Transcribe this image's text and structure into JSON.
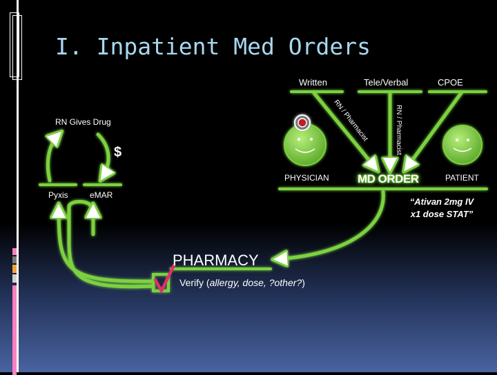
{
  "title": "I. Inpatient Med Orders",
  "sources": {
    "written": "Written",
    "tele_verbal": "Tele/Verbal",
    "cpoe": "CPOE"
  },
  "channel_labels": {
    "rn_pharmacist_1": "RN / Pharmacist",
    "rn_pharmacist_2": "RN / Pharmacist"
  },
  "people": {
    "physician": "PHYSICIAN",
    "patient": "PATIENT"
  },
  "md_order": "MD ORDER",
  "order_example": {
    "line1": "“Ativan 2mg IV",
    "line2": "x1 dose STAT”"
  },
  "pharmacy": {
    "label": "PHARMACY",
    "verify_prefix": "Verify (",
    "verify_detail": "allergy, dose, ?other?",
    "verify_suffix": ")"
  },
  "cycle": {
    "rn_gives_drug": "RN Gives Drug",
    "pyxis": "Pyxis",
    "emar": "eMAR",
    "dollar": "$"
  },
  "colors": {
    "glow_green": "#7bd13f",
    "title_blue": "#a8d8f0",
    "check_pink": "#e0306a"
  }
}
